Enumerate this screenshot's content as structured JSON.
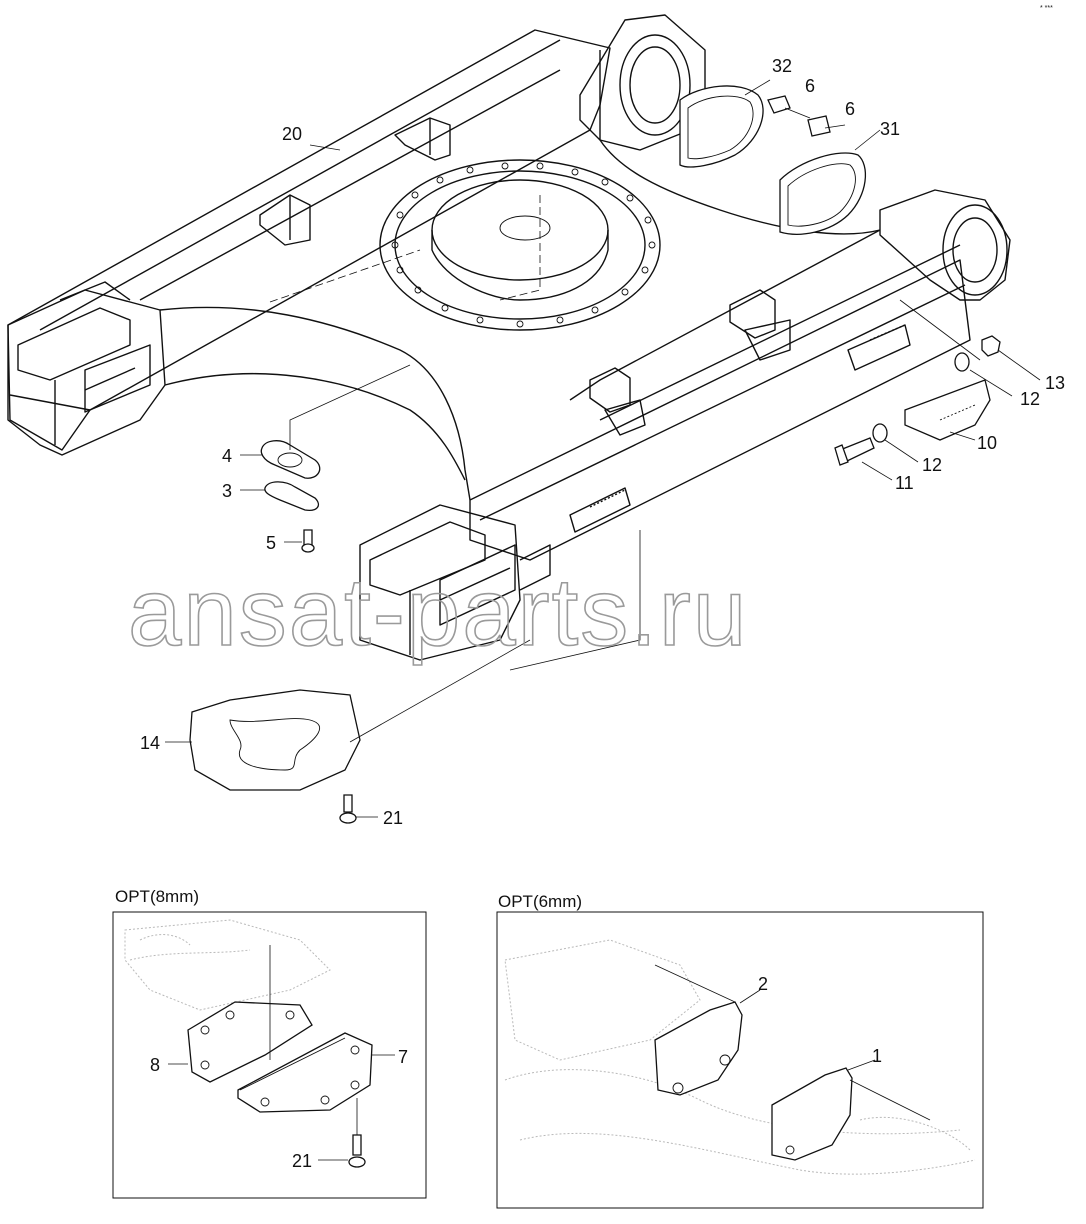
{
  "watermark": "ansat-parts.ru",
  "corner_mark": "* ***",
  "callouts": [
    {
      "id": "c20",
      "label": "20"
    },
    {
      "id": "c32",
      "label": "32"
    },
    {
      "id": "c6a",
      "label": "6"
    },
    {
      "id": "c6b",
      "label": "6"
    },
    {
      "id": "c31",
      "label": "31"
    },
    {
      "id": "c13",
      "label": "13"
    },
    {
      "id": "c12a",
      "label": "12"
    },
    {
      "id": "c10",
      "label": "10"
    },
    {
      "id": "c12b",
      "label": "12"
    },
    {
      "id": "c11",
      "label": "11"
    },
    {
      "id": "c4",
      "label": "4"
    },
    {
      "id": "c3",
      "label": "3"
    },
    {
      "id": "c5",
      "label": "5"
    },
    {
      "id": "c14",
      "label": "14"
    },
    {
      "id": "c21",
      "label": "21"
    }
  ],
  "opt_8mm": {
    "title": "OPT(8mm)",
    "callouts": [
      {
        "id": "o8",
        "label": "8"
      },
      {
        "id": "o7",
        "label": "7"
      },
      {
        "id": "o21",
        "label": "21"
      }
    ]
  },
  "opt_6mm": {
    "title": "OPT(6mm)",
    "callouts": [
      {
        "id": "o2",
        "label": "2"
      },
      {
        "id": "o1",
        "label": "1"
      }
    ]
  }
}
